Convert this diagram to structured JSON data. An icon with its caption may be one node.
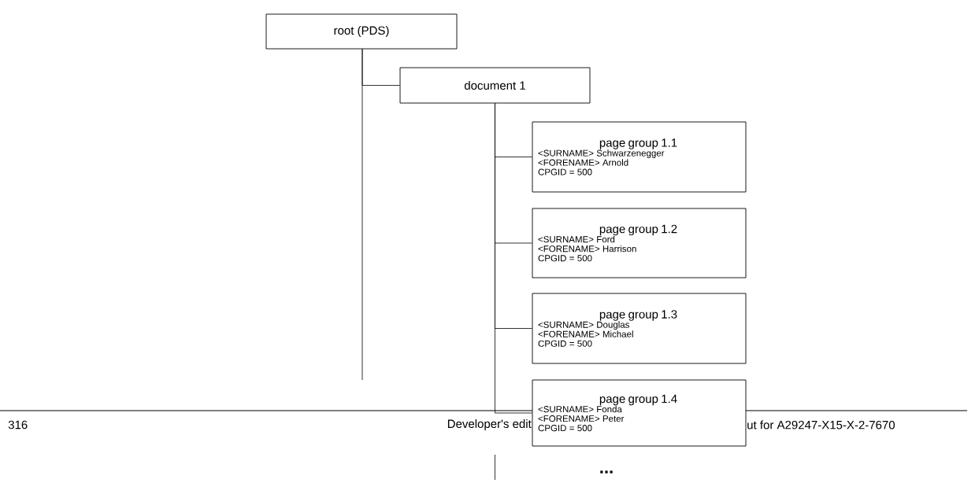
{
  "diagram": {
    "nodes": [
      {
        "text": [
          "root (PDS)"
        ]
      },
      {
        "text": [
          "document 1"
        ]
      },
      {
        "text": [
          "page group 1.1",
          "<SURNAME> Schwarzenegger",
          "<FORENAME> Arnold",
          "CPGID = 500"
        ]
      },
      {
        "text": [
          "page group 1.2",
          "<SURNAME> Ford",
          "<FORENAME> Harrison",
          "CPGID = 500"
        ]
      },
      {
        "text": [
          "page group 1.3",
          "<SURNAME> Douglas",
          "<FORENAME> Michael",
          "CPGID = 500"
        ]
      },
      {
        "text": [
          "page group 1.4",
          "<SURNAME> Fonda",
          "<FORENAME> Peter",
          "CPGID = 500"
        ]
      }
    ],
    "edges": [
      {
        "from": 0,
        "to": 1,
        "arrow": "none"
      },
      {
        "from": 1,
        "to": 2,
        "arrow": "none"
      },
      {
        "from": 1,
        "to": 3,
        "arrow": "none"
      },
      {
        "from": 1,
        "to": 4,
        "arrow": "none"
      },
      {
        "from": 1,
        "to": 5,
        "arrow": "none"
      }
    ],
    "labels": [
      "316",
      "Developer's edit",
      "ut for A29247-X15-X-2-7670",
      "..."
    ]
  }
}
